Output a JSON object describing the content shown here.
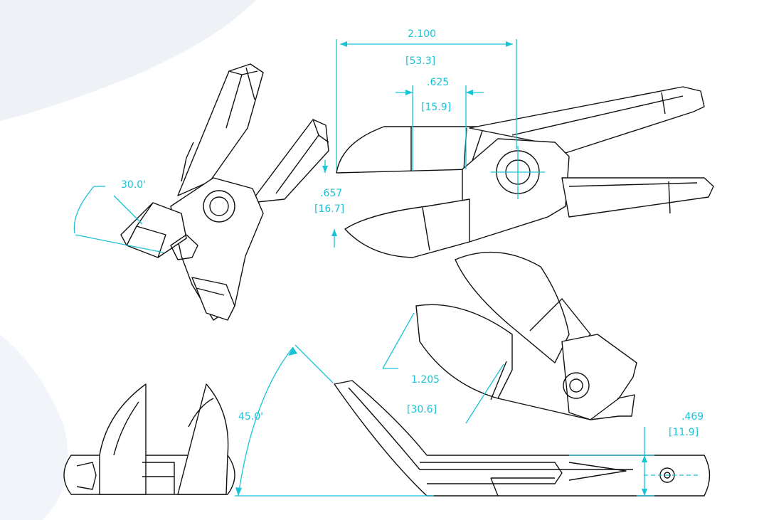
{
  "colors": {
    "background": "#ffffff",
    "backdrop": "#eef2f7",
    "part_line": "#111111",
    "dimension": "#19c3d6"
  },
  "dimensions": {
    "overall_length": {
      "inch": "2.100",
      "mm": "[53.3]"
    },
    "blade_width": {
      "inch": ".625",
      "mm": "[15.9]"
    },
    "jaw_opening": {
      "inch": ".657",
      "mm": "[16.7]"
    },
    "blade_length": {
      "inch": "1.205",
      "mm": "[30.6]"
    },
    "thickness": {
      "inch": ".469",
      "mm": "[11.9]"
    },
    "angle_top_left": "30.0'",
    "angle_bottom": "45.0'"
  }
}
